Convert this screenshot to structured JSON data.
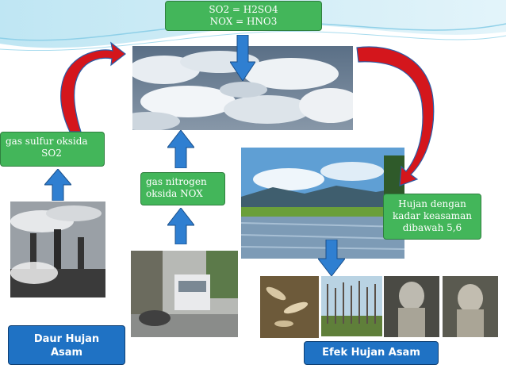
{
  "boxes": {
    "formula_line1": "SO2  = H2SO4",
    "formula_line2": "NOX = HNO3",
    "sulfur_line1": "gas sulfur oksida",
    "sulfur_line2": "SO2",
    "nitrogen_line1": "gas nitrogen",
    "nitrogen_line2": "oksida NOX",
    "rain_line1": "Hujan dengan",
    "rain_line2": "kadar keasaman",
    "rain_line3": "dibawah 5,6",
    "daur_line1": "Daur Hujan",
    "daur_line2": "Asam",
    "efek": "Efek Hujan Asam"
  },
  "colors": {
    "green_box": "#43b65a",
    "blue_box": "#1f72c4",
    "red_arrow": "#d4161c",
    "blue_arrow": "#2f7fd1"
  },
  "icons": [
    "cloud-photo",
    "rain-field-photo",
    "factory-photo",
    "traffic-photo",
    "dead-fish-photo",
    "dead-forest-photo",
    "statue-photo"
  ]
}
